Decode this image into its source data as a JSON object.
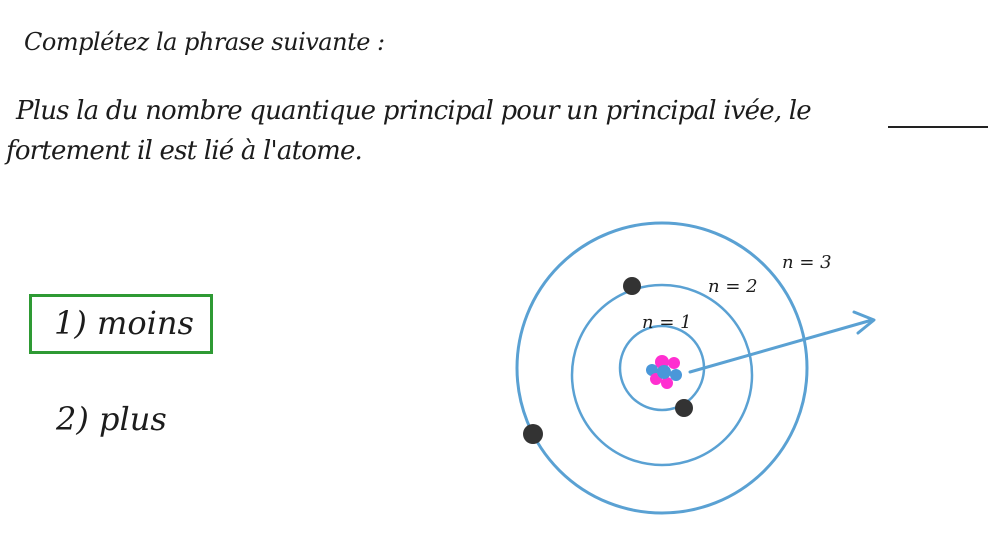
{
  "question": {
    "instruction": "Complétez la phrase suivante :",
    "sentence_line1": "Plus la du nombre quantique principal pour un principal ivée, le",
    "sentence_line2": "fortement il est lié à l'atome."
  },
  "options": [
    {
      "label": "1) moins",
      "selected": true
    },
    {
      "label": "2) plus",
      "selected": false
    }
  ],
  "diagram": {
    "orbits": [
      {
        "label": "n = 1"
      },
      {
        "label": "n = 2"
      },
      {
        "label": "n = 3"
      }
    ],
    "electron_count": 3,
    "colors": {
      "orbit": "#5aa1d3",
      "electron": "#333333",
      "proton": "#ff2fd0",
      "neutron": "#4a97d9",
      "answer_box": "#2e9a34"
    }
  }
}
